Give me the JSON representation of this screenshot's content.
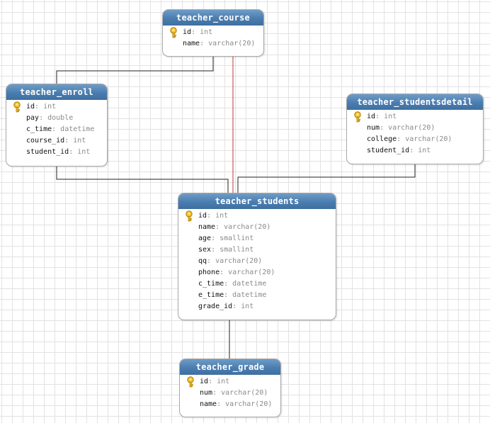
{
  "colors": {
    "header_top": "#6f9cc6",
    "header_bottom": "#3f6fa0",
    "connector": "#222222",
    "relation_highlight": "#cc3333",
    "key": "#f2c12e"
  },
  "tables": {
    "teacher_course": {
      "name": "teacher_course",
      "columns": [
        {
          "name": "id",
          "type": "int",
          "primary_key": true
        },
        {
          "name": "name",
          "type": "varchar(20)",
          "primary_key": false
        }
      ]
    },
    "teacher_enroll": {
      "name": "teacher_enroll",
      "columns": [
        {
          "name": "id",
          "type": "int",
          "primary_key": true
        },
        {
          "name": "pay",
          "type": "double",
          "primary_key": false
        },
        {
          "name": "c_time",
          "type": "datetime",
          "primary_key": false
        },
        {
          "name": "course_id",
          "type": "int",
          "primary_key": false
        },
        {
          "name": "student_id",
          "type": "int",
          "primary_key": false
        }
      ]
    },
    "teacher_studentsdetail": {
      "name": "teacher_studentsdetail",
      "columns": [
        {
          "name": "id",
          "type": "int",
          "primary_key": true
        },
        {
          "name": "num",
          "type": "varchar(20)",
          "primary_key": false
        },
        {
          "name": "college",
          "type": "varchar(20)",
          "primary_key": false
        },
        {
          "name": "student_id",
          "type": "int",
          "primary_key": false
        }
      ]
    },
    "teacher_students": {
      "name": "teacher_students",
      "columns": [
        {
          "name": "id",
          "type": "int",
          "primary_key": true
        },
        {
          "name": "name",
          "type": "varchar(20)",
          "primary_key": false
        },
        {
          "name": "age",
          "type": "smallint",
          "primary_key": false
        },
        {
          "name": "sex",
          "type": "smallint",
          "primary_key": false
        },
        {
          "name": "qq",
          "type": "varchar(20)",
          "primary_key": false
        },
        {
          "name": "phone",
          "type": "varchar(20)",
          "primary_key": false
        },
        {
          "name": "c_time",
          "type": "datetime",
          "primary_key": false
        },
        {
          "name": "e_time",
          "type": "datetime",
          "primary_key": false
        },
        {
          "name": "grade_id",
          "type": "int",
          "primary_key": false
        }
      ]
    },
    "teacher_grade": {
      "name": "teacher_grade",
      "columns": [
        {
          "name": "id",
          "type": "int",
          "primary_key": true
        },
        {
          "name": "num",
          "type": "varchar(20)",
          "primary_key": false
        },
        {
          "name": "name",
          "type": "varchar(20)",
          "primary_key": false
        }
      ]
    }
  },
  "relations": [
    {
      "from": "teacher_course",
      "to": "teacher_enroll",
      "highlighted": false
    },
    {
      "from": "teacher_course",
      "to": "teacher_students",
      "highlighted": true
    },
    {
      "from": "teacher_enroll",
      "to": "teacher_students",
      "highlighted": false
    },
    {
      "from": "teacher_studentsdetail",
      "to": "teacher_students",
      "highlighted": false
    },
    {
      "from": "teacher_students",
      "to": "teacher_grade",
      "highlighted": false
    }
  ]
}
